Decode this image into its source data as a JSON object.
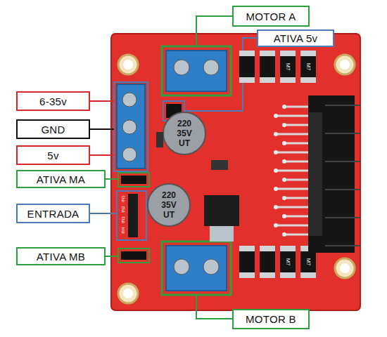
{
  "diagram": {
    "nodes": [
      {
        "text": [
          "MOTOR A"
        ]
      },
      {
        "text": [
          "ATIVA 5v"
        ]
      },
      {
        "text": [
          "6-35v"
        ]
      },
      {
        "text": [
          "GND"
        ]
      },
      {
        "text": [
          "5v"
        ]
      },
      {
        "text": [
          "ATIVA MA"
        ]
      },
      {
        "text": [
          "ENTRADA"
        ]
      },
      {
        "text": [
          "ATIVA MB"
        ]
      },
      {
        "text": [
          "MOTOR B"
        ]
      }
    ],
    "labels": [
      "220",
      "35V",
      "UT",
      "220",
      "35V",
      "UT",
      "IN1",
      "IN2",
      "IN3",
      "IN4",
      "M7",
      "M7",
      "M7",
      "M7"
    ]
  }
}
